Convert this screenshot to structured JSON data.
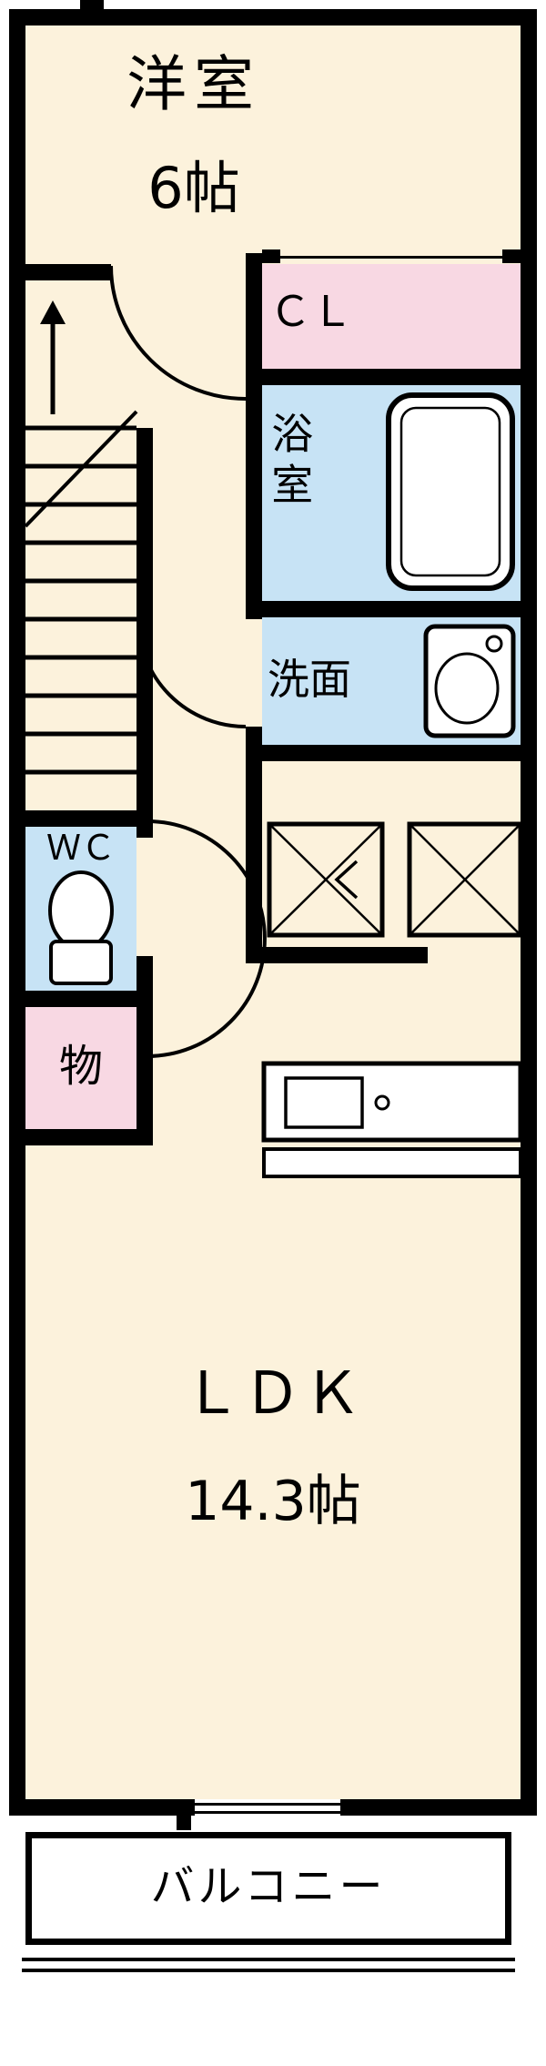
{
  "rooms": {
    "bedroom": {
      "name": "洋室",
      "size": "6帖"
    },
    "closet": {
      "label": "ＣＬ"
    },
    "bath": {
      "label": "浴室"
    },
    "washroom": {
      "label": "洗面"
    },
    "wc": {
      "label": "ＷＣ"
    },
    "storage": {
      "label": "物"
    },
    "ldk": {
      "name": "ＬＤＫ",
      "size": "14.3帖"
    },
    "balcony": {
      "label": "バルコニー"
    }
  },
  "colors": {
    "room_cream": "#FCF2DC",
    "wet_area_blue": "#C7E3F5",
    "closet_pink": "#F8D8E3",
    "wall_black": "#000000",
    "fixture_white": "#FFFFFF",
    "background_white": "#FFFFFF"
  }
}
